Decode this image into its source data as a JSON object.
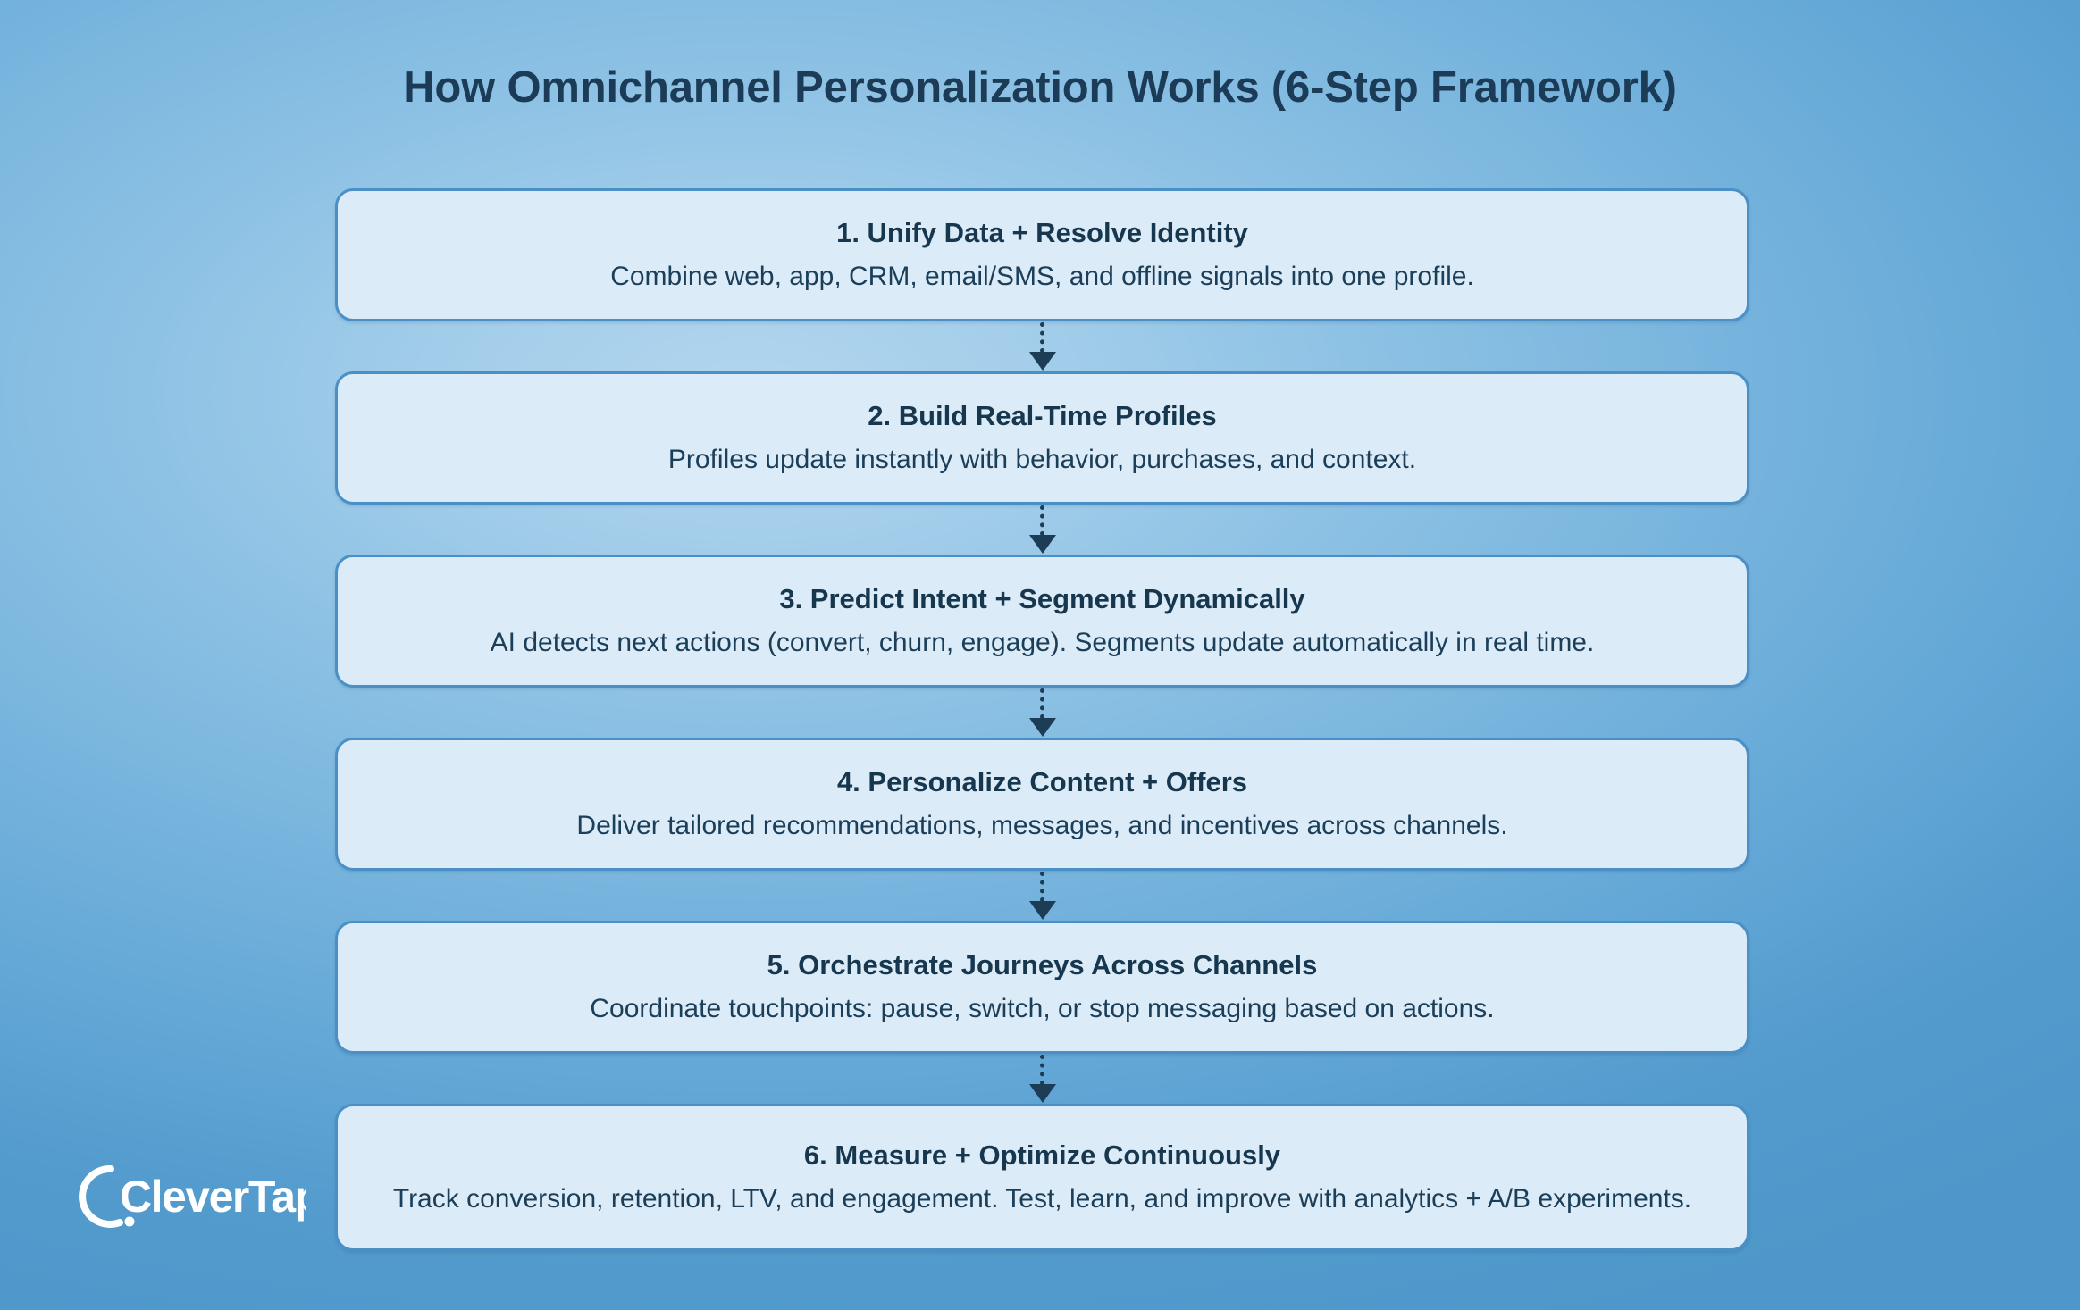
{
  "page": {
    "title": "How Omnichannel Personalization Works (6-Step Framework)",
    "background_color_center": "#b2d6ee",
    "background_color_edge": "#4d97ca",
    "title_color": "#1b3b57"
  },
  "card_style": {
    "fill": "#dcebf8",
    "border": "#4a90c6",
    "text_color": "#17374f"
  },
  "connector": {
    "style": "dotted-line-with-down-arrow",
    "color": "#1d3c55"
  },
  "steps": [
    {
      "heading": "1. Unify Data + Resolve Identity",
      "description": "Combine web, app, CRM, email/SMS, and offline signals into one profile."
    },
    {
      "heading": "2. Build Real-Time Profiles",
      "description": "Profiles update instantly with behavior, purchases, and context."
    },
    {
      "heading": "3. Predict Intent + Segment Dynamically",
      "description": "AI detects next actions (convert, churn, engage). Segments update automatically in real time."
    },
    {
      "heading": "4. Personalize Content + Offers",
      "description": "Deliver tailored recommendations, messages, and incentives across channels."
    },
    {
      "heading": "5. Orchestrate Journeys Across Channels",
      "description": "Coordinate touchpoints: pause, switch, or stop messaging based on actions."
    },
    {
      "heading": "6. Measure + Optimize Continuously",
      "description": "Track conversion, retention, LTV, and engagement. Test, learn, and improve with analytics + A/B experiments."
    }
  ],
  "logo": {
    "name": "CleverTap",
    "wordmark": "CleverTap",
    "color": "#ffffff"
  }
}
